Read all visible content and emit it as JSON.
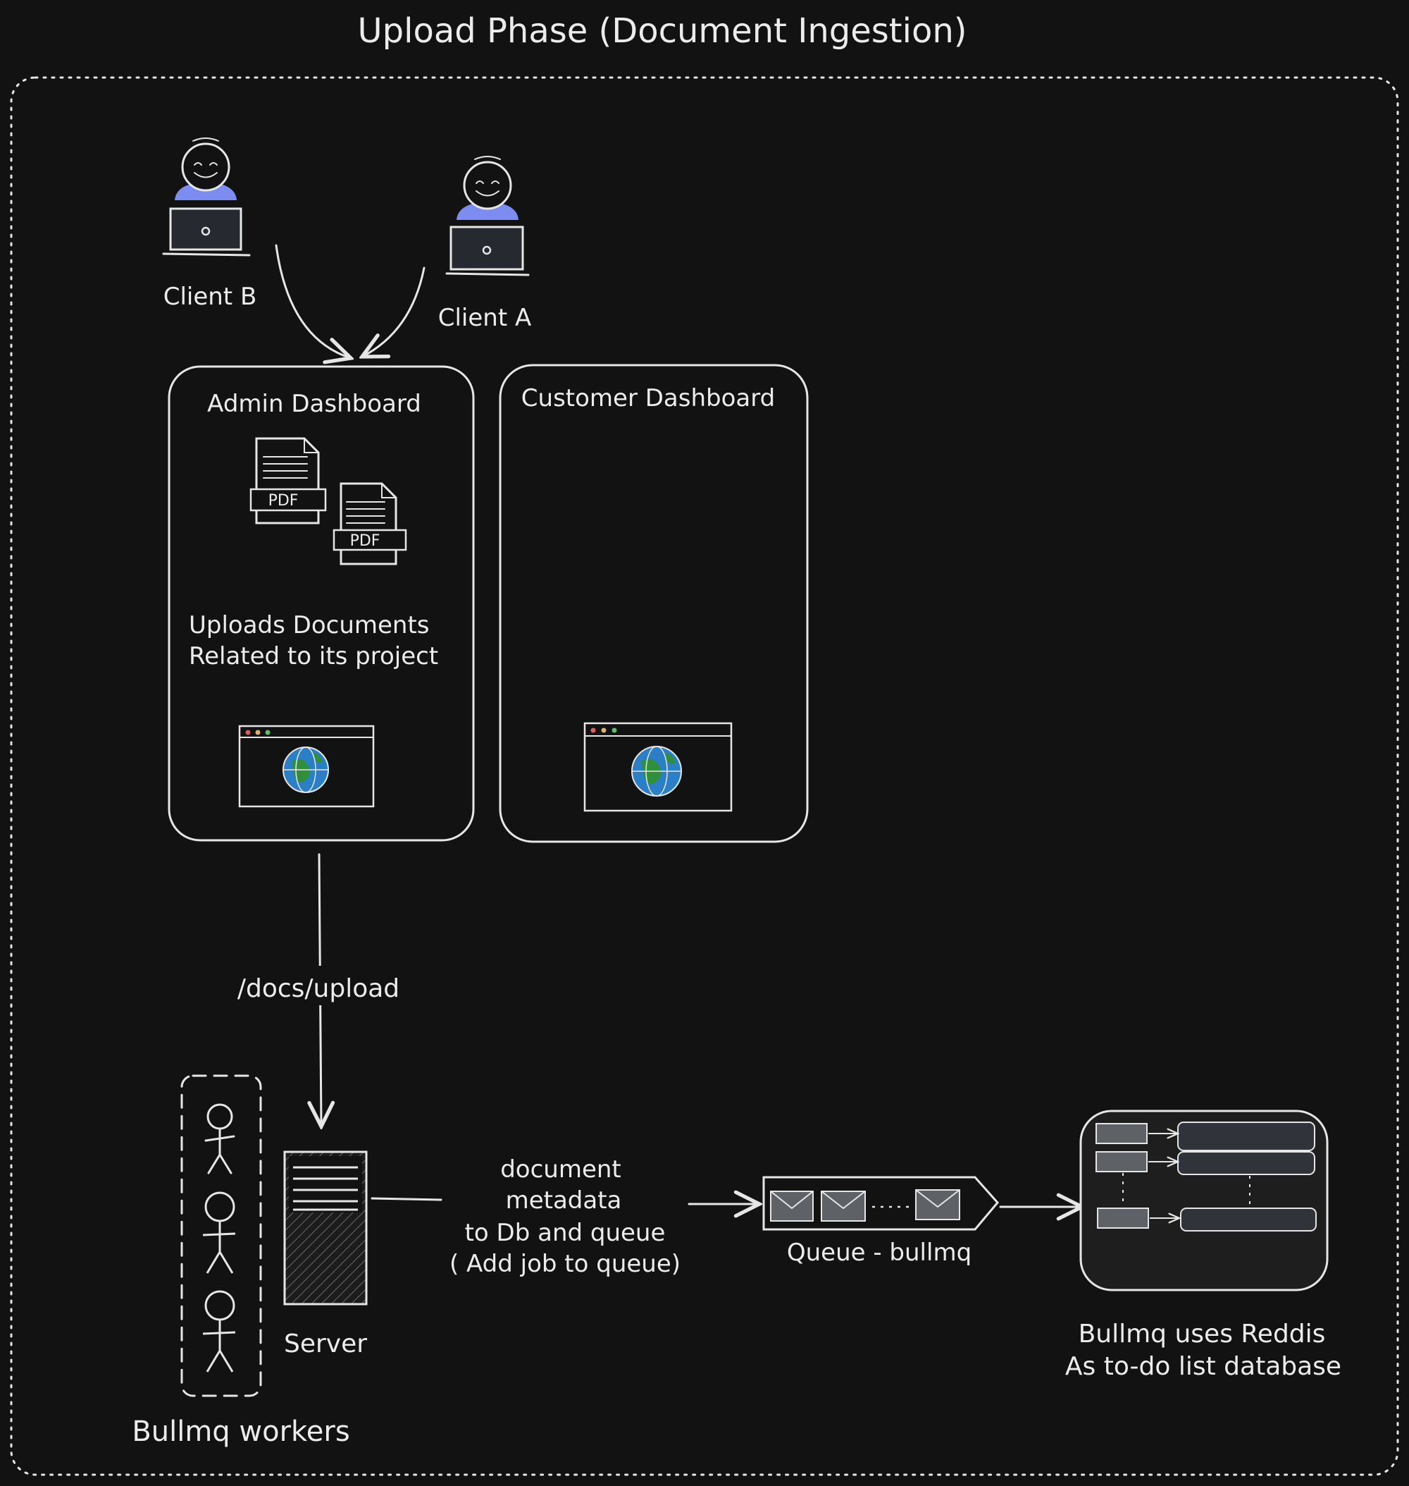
{
  "title": "Upload Phase (Document Ingestion)",
  "clients": {
    "client_b": "Client B",
    "client_a": "Client A"
  },
  "admin_dashboard": {
    "title": "Admin Dashboard",
    "pdf_label": "PDF",
    "description_line1": "Uploads Documents",
    "description_line2": "Related to its project"
  },
  "customer_dashboard": {
    "title": "Customer Dashboard"
  },
  "upload_route": "/docs/upload",
  "server": {
    "label": "Server"
  },
  "workers": {
    "label": "Bullmq workers"
  },
  "flow_label": {
    "line1": "document",
    "line2": "metadata",
    "line3": "to Db and queue",
    "line4": "( Add job to queue)"
  },
  "queue": {
    "label": "Queue - bullmq"
  },
  "redis": {
    "line1": "Bullmq uses Reddis",
    "line2": "As to-do list database"
  },
  "colors": {
    "background": "#121212",
    "stroke": "#e6e6e6",
    "avatar_body": "#7d8cf0",
    "globe_blue": "#2a7fc7",
    "globe_green": "#2f8f3a"
  }
}
